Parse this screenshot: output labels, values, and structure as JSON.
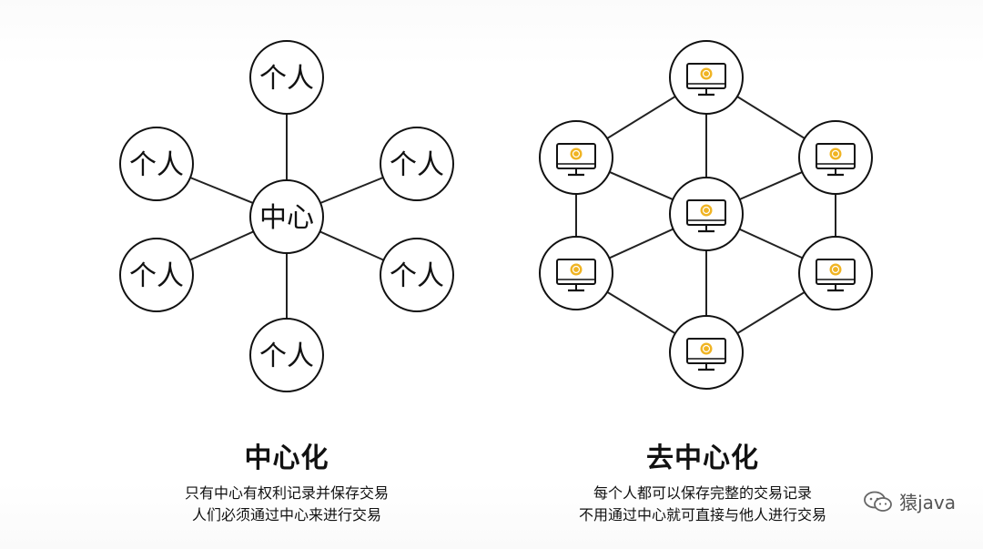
{
  "left": {
    "center_label": "中心化",
    "center_node_label": "中心",
    "node_label": "个人",
    "title": "中心化",
    "lines": [
      "只有中心有权利记录并保存交易",
      "人们必须通过中心来进行交易"
    ]
  },
  "right": {
    "title": "去中心化",
    "lines": [
      "每个人都可以保存完整的交易记录",
      "不用通过中心就可直接与他人进行交易"
    ],
    "node_icon": "monitor-coin-icon",
    "coin_color": "#F0B423"
  },
  "watermark": {
    "text": "猿java",
    "icon": "wechat-icon"
  }
}
